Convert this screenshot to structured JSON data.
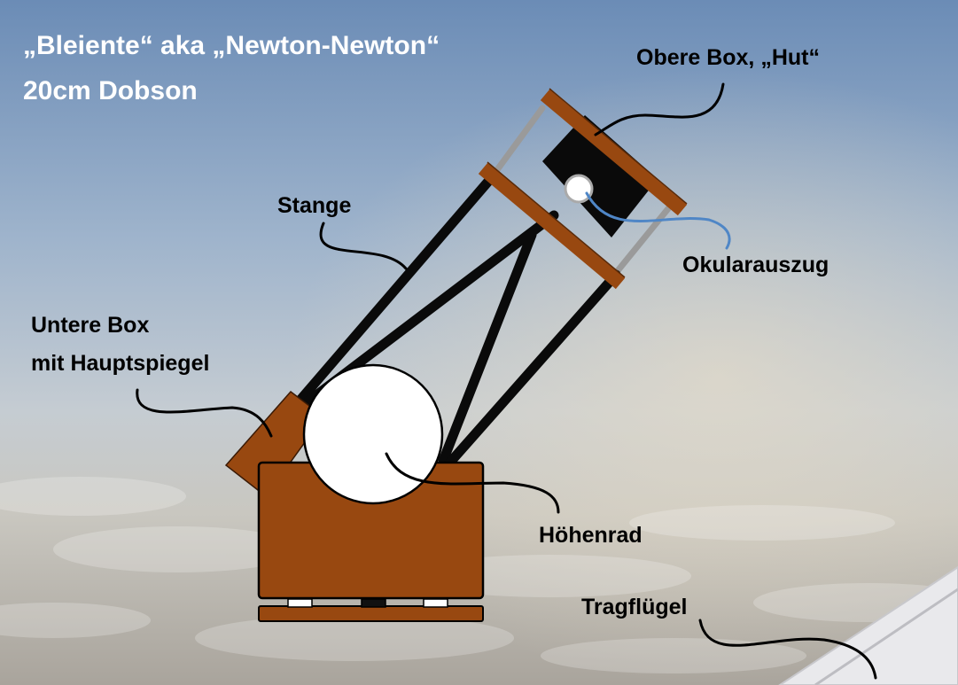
{
  "title": {
    "line1": "„Bleiente“ aka  „Newton-Newton“",
    "line2": "20cm Dobson"
  },
  "labels": {
    "obere_box": "Obere Box, „Hut“",
    "stange": "Stange",
    "okularauszug": "Okularauszug",
    "untere_box_line1": "Untere Box",
    "untere_box_line2": "mit Hauptspiegel",
    "hoehenrad": "Höhenrad",
    "tragfluegel": "Tragflügel"
  },
  "colors": {
    "wood": "#984810",
    "tube_black": "#0a0a0a",
    "strut_gray": "#9a9a9a",
    "okular_line": "#4f86c6",
    "sky_top": "#6e8fb8",
    "title_white": "#ffffff"
  }
}
